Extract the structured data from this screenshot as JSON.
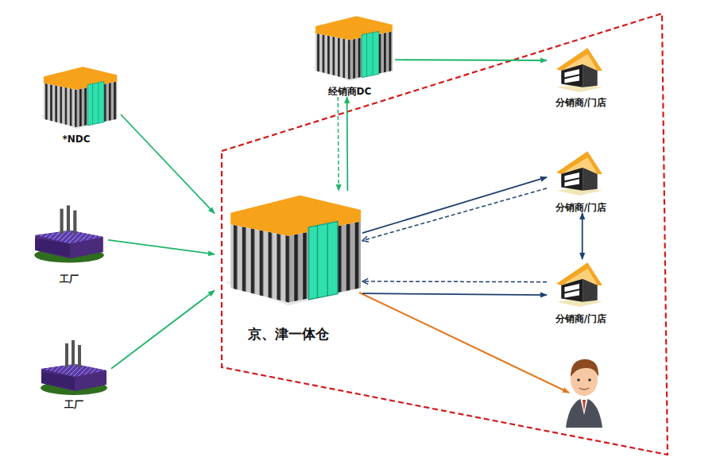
{
  "diagram": {
    "nodes": [
      {
        "text": [
          "*NDC"
        ]
      },
      {
        "text": [
          "经销商DC"
        ]
      },
      {
        "text": [
          "分销商/门店"
        ]
      },
      {
        "text": [
          "工厂"
        ]
      },
      {
        "text": [
          "京、津一体仓"
        ]
      },
      {
        "text": [
          "分销商/门店"
        ]
      },
      {
        "text": [
          "分销商/门店"
        ]
      },
      {
        "text": [
          "工厂"
        ]
      }
    ],
    "edges": [
      {
        "from": 0,
        "to": 4,
        "arrow": "to"
      },
      {
        "from": 3,
        "to": 4,
        "arrow": "to"
      },
      {
        "from": 7,
        "to": 4,
        "arrow": "to"
      },
      {
        "from": 1,
        "to": 2,
        "arrow": "to"
      },
      {
        "from": 4,
        "to": 1,
        "arrow": "to"
      },
      {
        "from": 1,
        "to": 4,
        "arrow": "to"
      },
      {
        "from": 4,
        "to": 5,
        "arrow": "to"
      },
      {
        "from": 5,
        "to": 4,
        "arrow": "to"
      },
      {
        "from": 4,
        "to": 6,
        "arrow": "to"
      },
      {
        "from": 6,
        "to": 4,
        "arrow": "to"
      },
      {
        "from": 5,
        "to": 6,
        "arrow": "both"
      }
    ]
  }
}
